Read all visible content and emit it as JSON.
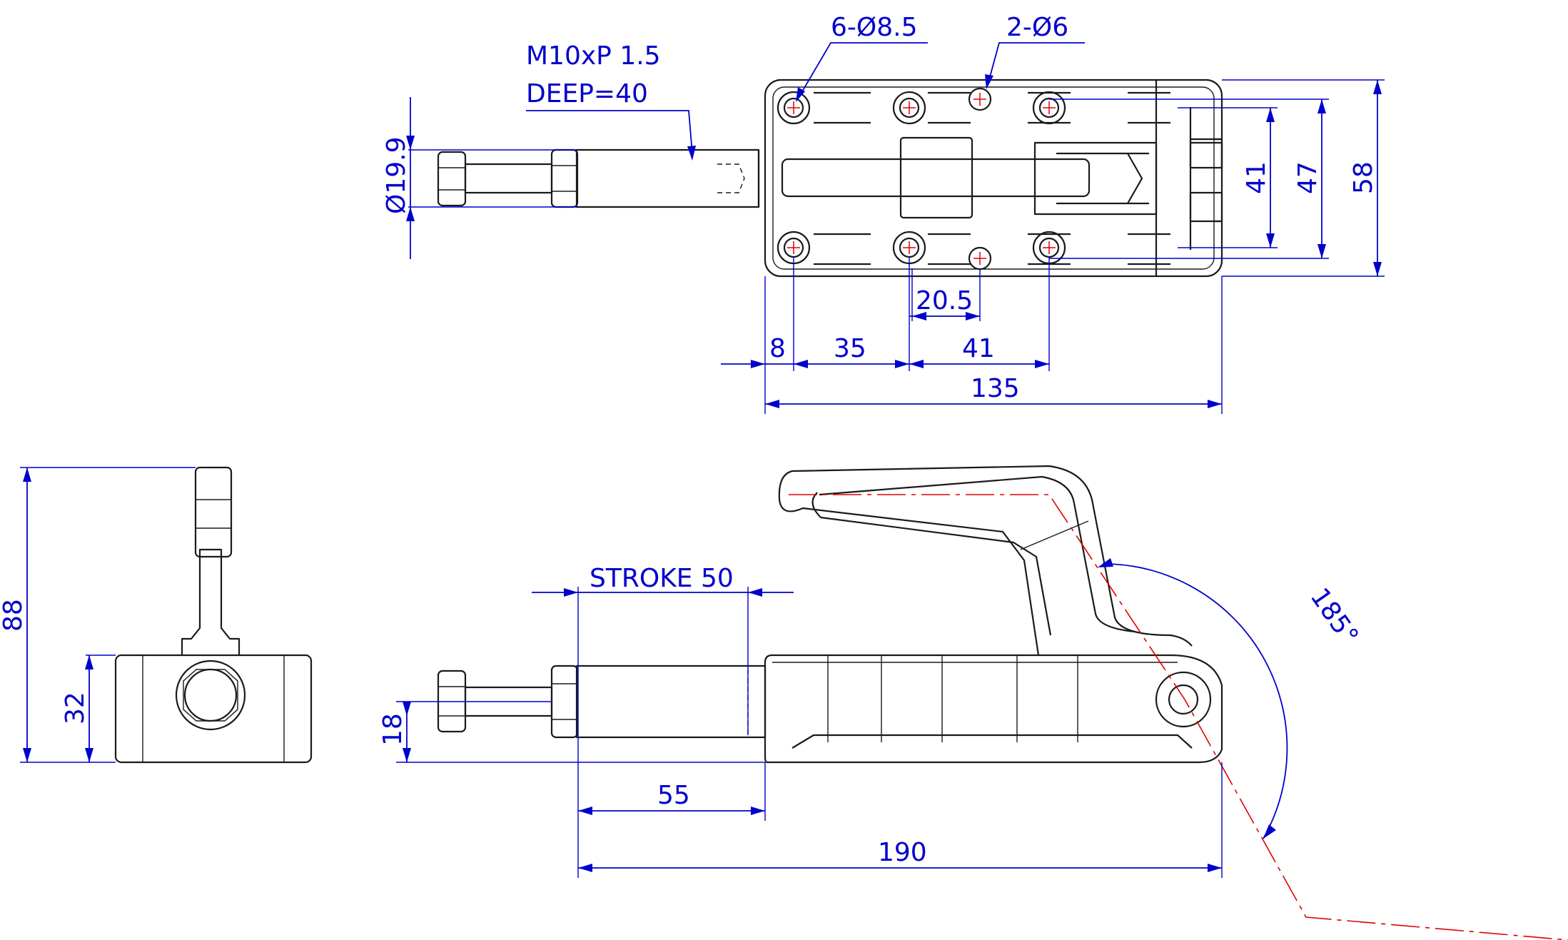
{
  "colors": {
    "outline": "#1a1a1a",
    "dimension": "#0000cc",
    "centerline": "#e00000",
    "background": "#ffffff"
  },
  "notes": {
    "thread": "M10xP 1.5",
    "deep": "DEEP=40",
    "holes_large": "6-Ø8.5",
    "holes_small": "2-Ø6",
    "stroke": "STROKE 50"
  },
  "dimensions": {
    "rod_diameter": "Ø19.9",
    "offset_8": "8",
    "pitch_35": "35",
    "pitch_41": "41",
    "offset_20_5": "20.5",
    "length_135": "135",
    "height_41": "41",
    "height_47": "47",
    "height_58": "58",
    "height_88": "88",
    "height_32": "32",
    "height_18": "18",
    "length_55": "55",
    "length_190": "190",
    "angle": "185°"
  }
}
